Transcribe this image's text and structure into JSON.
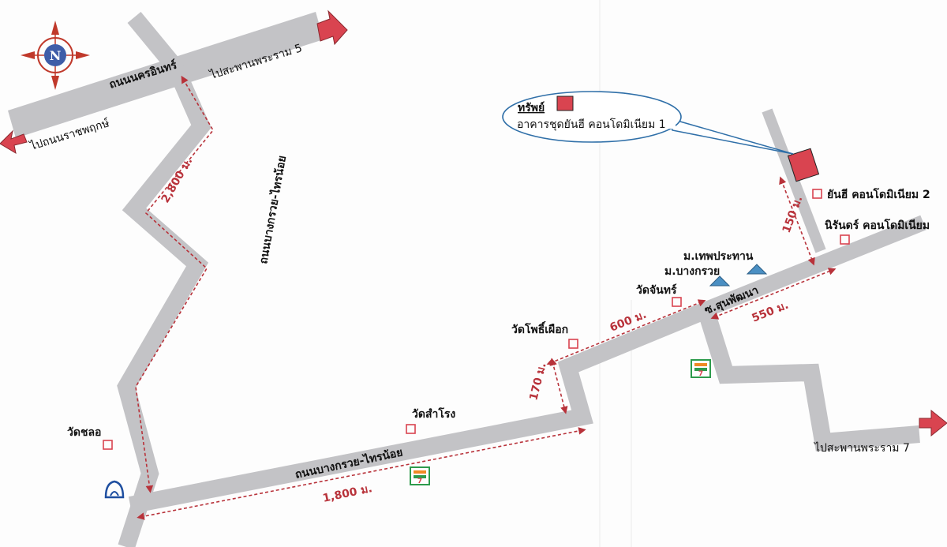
{
  "compass": {
    "letter": "N",
    "icon": "compass-rose-icon"
  },
  "roads": {
    "nawamin_top": "ถนนนครอินทร์",
    "bang_kruai_vertical": "ถนนบางกรวย-ไทรน้อย",
    "bang_kruai_bottom": "ถนนบางกรวย-ไทรน้อย",
    "soi": "ซ.สุนพัฒนา"
  },
  "directions": {
    "to_rama5_bridge": "ไปสะพานพระราม 5",
    "to_ratchaphruek": "ไปถนนราชพฤกษ์",
    "to_rama7_bridge": "ไปสะพานพระราม 7"
  },
  "distances": {
    "d2800": "2,800 ม.",
    "d1800": "1,800 ม.",
    "d170": "170 ม.",
    "d600": "600 ม.",
    "d550": "550 ม.",
    "d150": "150 ม."
  },
  "landmarks": {
    "wat_chalo": "วัดชลอ",
    "wat_samrong": "วัดสำโรง",
    "wat_pho_phueak": "วัดโพธิ์เผือก",
    "wat_chan": "วัดจันทร์",
    "moo_bang_kruai": "ม.บางกรวย",
    "moo_thep_prathan": "ม.เทพประทาน",
    "yanhee_condo_2": "ยันฮี คอนโดมิเนียม 2",
    "nirun_condo": "นิรันดร์ คอนโดมิเนียม"
  },
  "property": {
    "label": "ทรัพย์",
    "name": "อาคารชุดยันฮี คอนโดมิเนียม 1",
    "color": "#d94450"
  },
  "colors": {
    "road": "#c3c3c6",
    "arrow": "#d94450",
    "distance": "#b8323a",
    "landmark": "#d94450",
    "village": "#4a8fc3",
    "seven_eleven_green": "#2e9b4c",
    "seven_eleven_orange": "#f08a24"
  }
}
